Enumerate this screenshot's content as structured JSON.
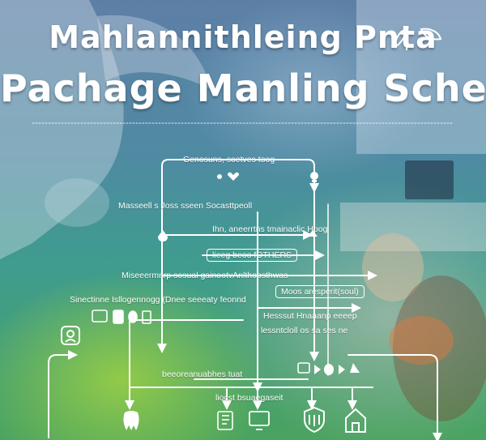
{
  "title": {
    "line1": "Mahlannithleing Pnta",
    "line2": "Pachage Manling Scheme"
  },
  "labels": {
    "top_box": "Genosuns, soetves toog",
    "top_right": "Masseell s Joss sseen Socasttpeoll",
    "mid_1": "Ihn, aneerrtns tmainaclic Hoog",
    "mid_2_box": "lieeg beoo fOTHERS",
    "long_1": "Miseeermnrp sosual gainootvAnlthoosthwas",
    "left_1": "Sinectinne Isllogennogg (Dnee seeeaty feonnd",
    "right_1_box": "Moos aresperit(soul)",
    "right_2": "Hesssut Hnaaanp eeeep",
    "right_3": "lessntcloll os sa ses ne",
    "bottom_1": "beeoreanuabhes tuat",
    "bottom_2": "liocst bsuaegaseit"
  },
  "colors": {
    "line": "#ffffff",
    "sky": "#5d7fa6",
    "leaf": "#96cd46",
    "teal": "#3f9c8e"
  },
  "icons": [
    "leaf-sprout-icon",
    "heart-icon",
    "bulb-icon",
    "drop-icon",
    "arrow-up-icon",
    "monitor-icon",
    "phone-icon",
    "droplet-icon",
    "trash-icon",
    "id-card-icon",
    "truck-icon",
    "tooth-icon",
    "book-icon",
    "tv-icon",
    "shield-icon",
    "house-icon"
  ]
}
